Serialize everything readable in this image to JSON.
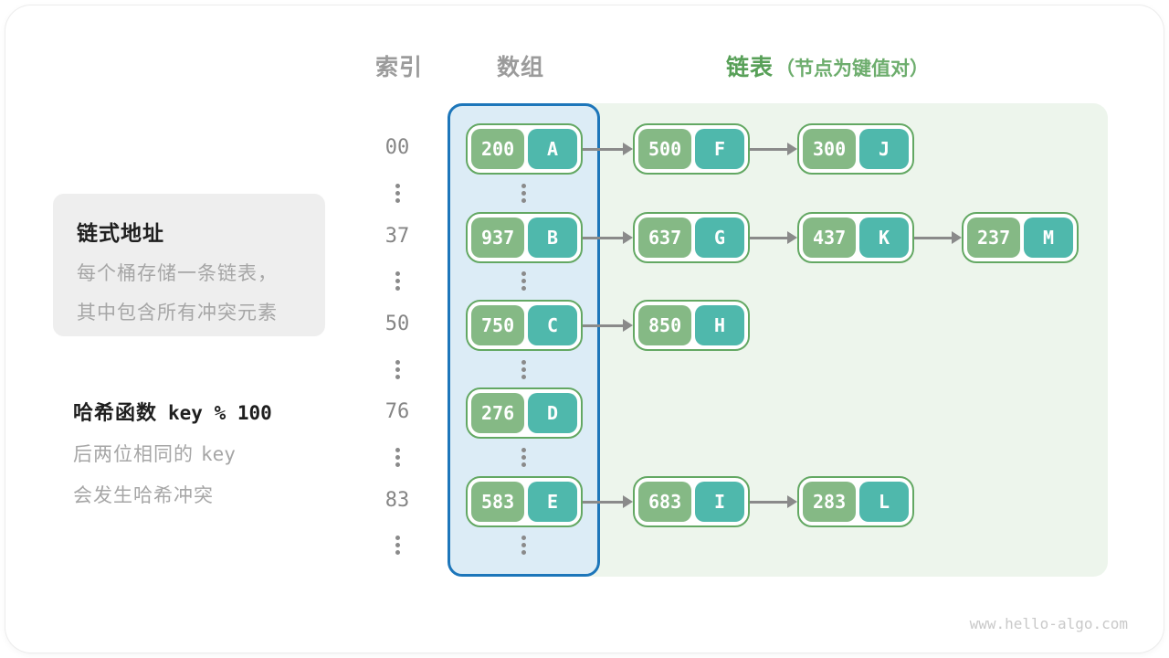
{
  "headers": {
    "index": "索引",
    "array": "数组",
    "list": "链表",
    "list_note": "（节点为键值对）"
  },
  "info_box": {
    "title": "链式地址",
    "line1": "每个桶存储一条链表，",
    "line2": "其中包含所有冲突元素"
  },
  "hash_note": {
    "label": "哈希函数",
    "formula": "key % 100",
    "line1_prefix": "后两位相同的",
    "line1_code": "key",
    "line2": "会发生哈希冲突"
  },
  "rows": [
    {
      "index": "00",
      "nodes": [
        {
          "key": "200",
          "value": "A"
        },
        {
          "key": "500",
          "value": "F"
        },
        {
          "key": "300",
          "value": "J"
        }
      ]
    },
    {
      "index": "37",
      "nodes": [
        {
          "key": "937",
          "value": "B"
        },
        {
          "key": "637",
          "value": "G"
        },
        {
          "key": "437",
          "value": "K"
        },
        {
          "key": "237",
          "value": "M"
        }
      ]
    },
    {
      "index": "50",
      "nodes": [
        {
          "key": "750",
          "value": "C"
        },
        {
          "key": "850",
          "value": "H"
        }
      ]
    },
    {
      "index": "76",
      "nodes": [
        {
          "key": "276",
          "value": "D"
        }
      ]
    },
    {
      "index": "83",
      "nodes": [
        {
          "key": "583",
          "value": "E"
        },
        {
          "key": "683",
          "value": "I"
        },
        {
          "key": "283",
          "value": "L"
        }
      ]
    }
  ],
  "watermark": "www.hello-algo.com",
  "colors": {
    "key_green": "#85b985",
    "value_teal": "#4fb8ac",
    "node_border_green": "#63a863",
    "panel_green": "#edf5ec",
    "column_blue_bg": "#dcecf6",
    "column_blue_border": "#1d76ba",
    "list_green": "#58a058",
    "list_note_green": "#6dad6d",
    "header_gray": "#9b9b9b",
    "index_gray": "#858585",
    "arrow_gray": "#8a8a8a",
    "infobox_bg": "#eeeeee",
    "body_gray": "#a6a6a6",
    "watermark_gray": "#c9c9c9"
  }
}
